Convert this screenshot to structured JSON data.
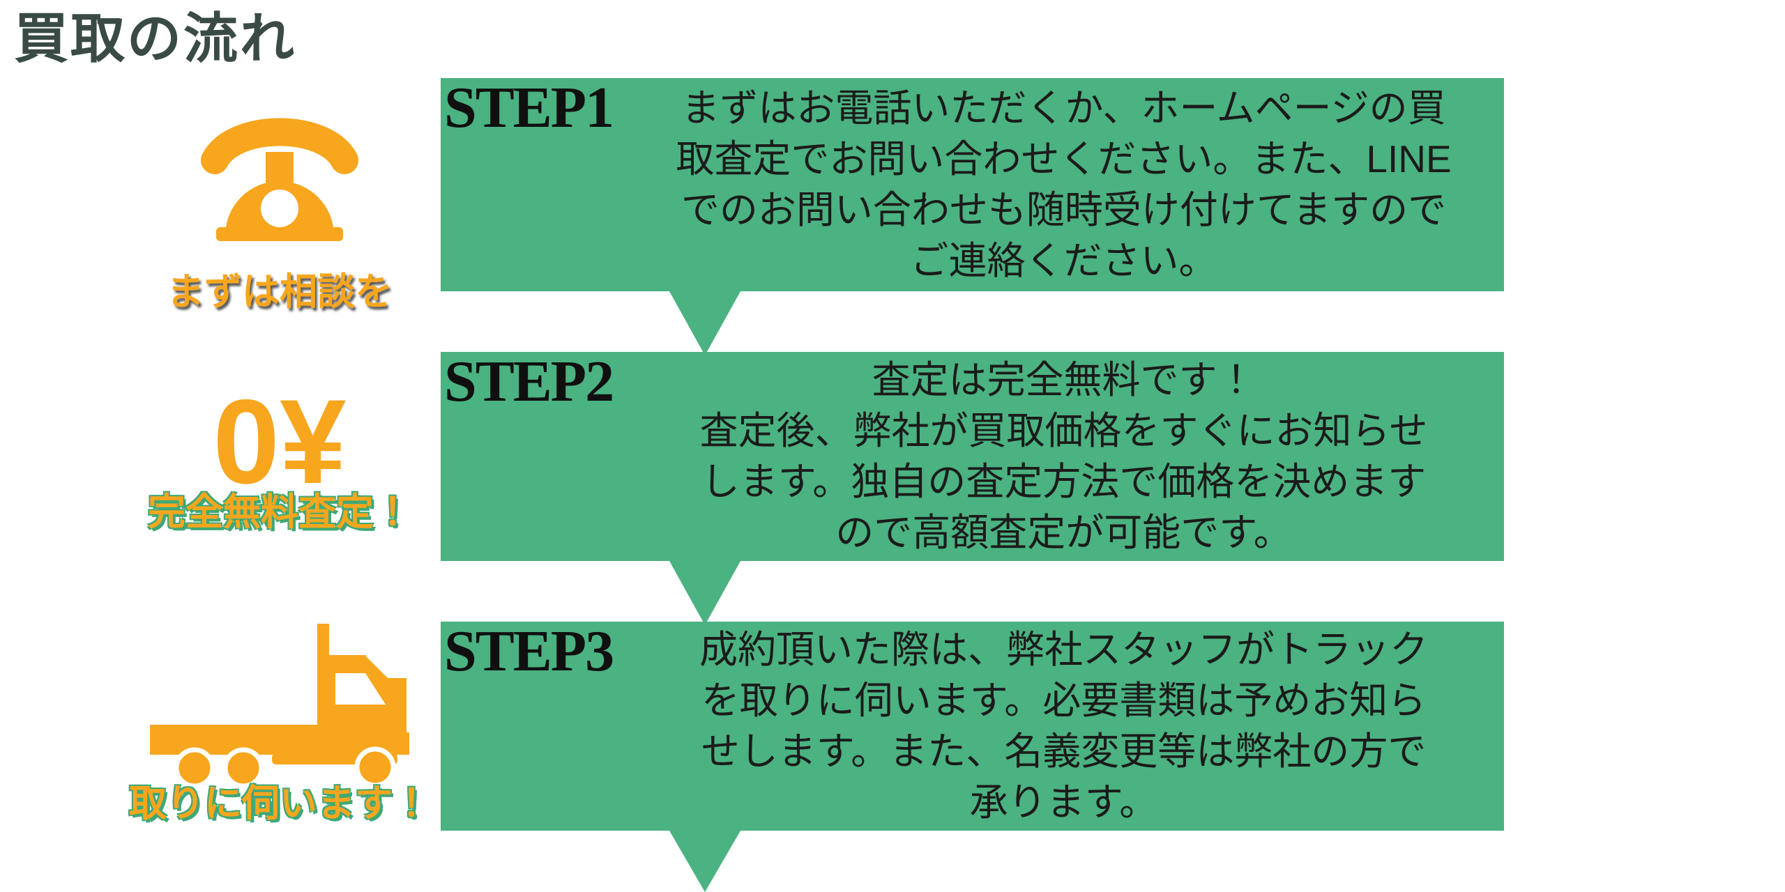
{
  "title": "買取の流れ",
  "colors": {
    "green": "#4bb281",
    "orange": "#f7a61e",
    "title_color": "#3a4a45",
    "body_text": "#1b1b1b",
    "outline_green": "#3fa877"
  },
  "left_column": {
    "items": [
      {
        "icon": "rotary-phone-icon",
        "caption": "まずは相談を"
      },
      {
        "icon": "zero-yen-graphic",
        "graphic_text": "0¥",
        "caption": "完全無料査定！"
      },
      {
        "icon": "tow-truck-icon",
        "caption": "取りに伺います！"
      }
    ]
  },
  "steps": [
    {
      "label": "STEP1",
      "body": "まずはお電話いただくか、ホームページの買\n取査定でお問い合わせください。また、LINE\nでのお問い合わせも随時受け付けてますので\nご連絡ください。"
    },
    {
      "label": "STEP2",
      "body": "査定は完全無料です！\n査定後、弊社が買取価格をすぐにお知らせ\nします。独自の査定方法で価格を決めます\nので高額査定が可能です。"
    },
    {
      "label": "STEP3",
      "body": "成約頂いた際は、弊社スタッフがトラック\nを取りに伺います。必要書類は予めお知ら\nせします。また、名義変更等は弊社の方で\n承ります。"
    }
  ]
}
